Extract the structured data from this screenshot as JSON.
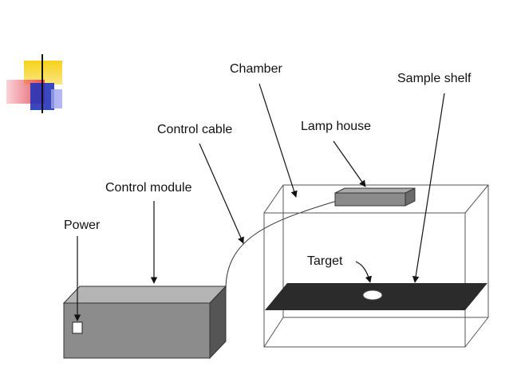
{
  "labels": {
    "chamber": "Chamber",
    "sample_shelf": "Sample shelf",
    "control_cable": "Control cable",
    "lamp_house": "Lamp house",
    "control_module": "Control module",
    "power": "Power",
    "target": "Target"
  },
  "colors": {
    "module_front": "#8c8c8c",
    "module_top": "#b4b4b4",
    "module_side": "#555555",
    "lamp_front": "#8a8a8a",
    "lamp_top": "#aaaaaa",
    "shelf": "#2b2b2b",
    "logo_yellow": "#f6d21c",
    "logo_red": "#e8505e",
    "logo_blue": "#2633b8"
  }
}
